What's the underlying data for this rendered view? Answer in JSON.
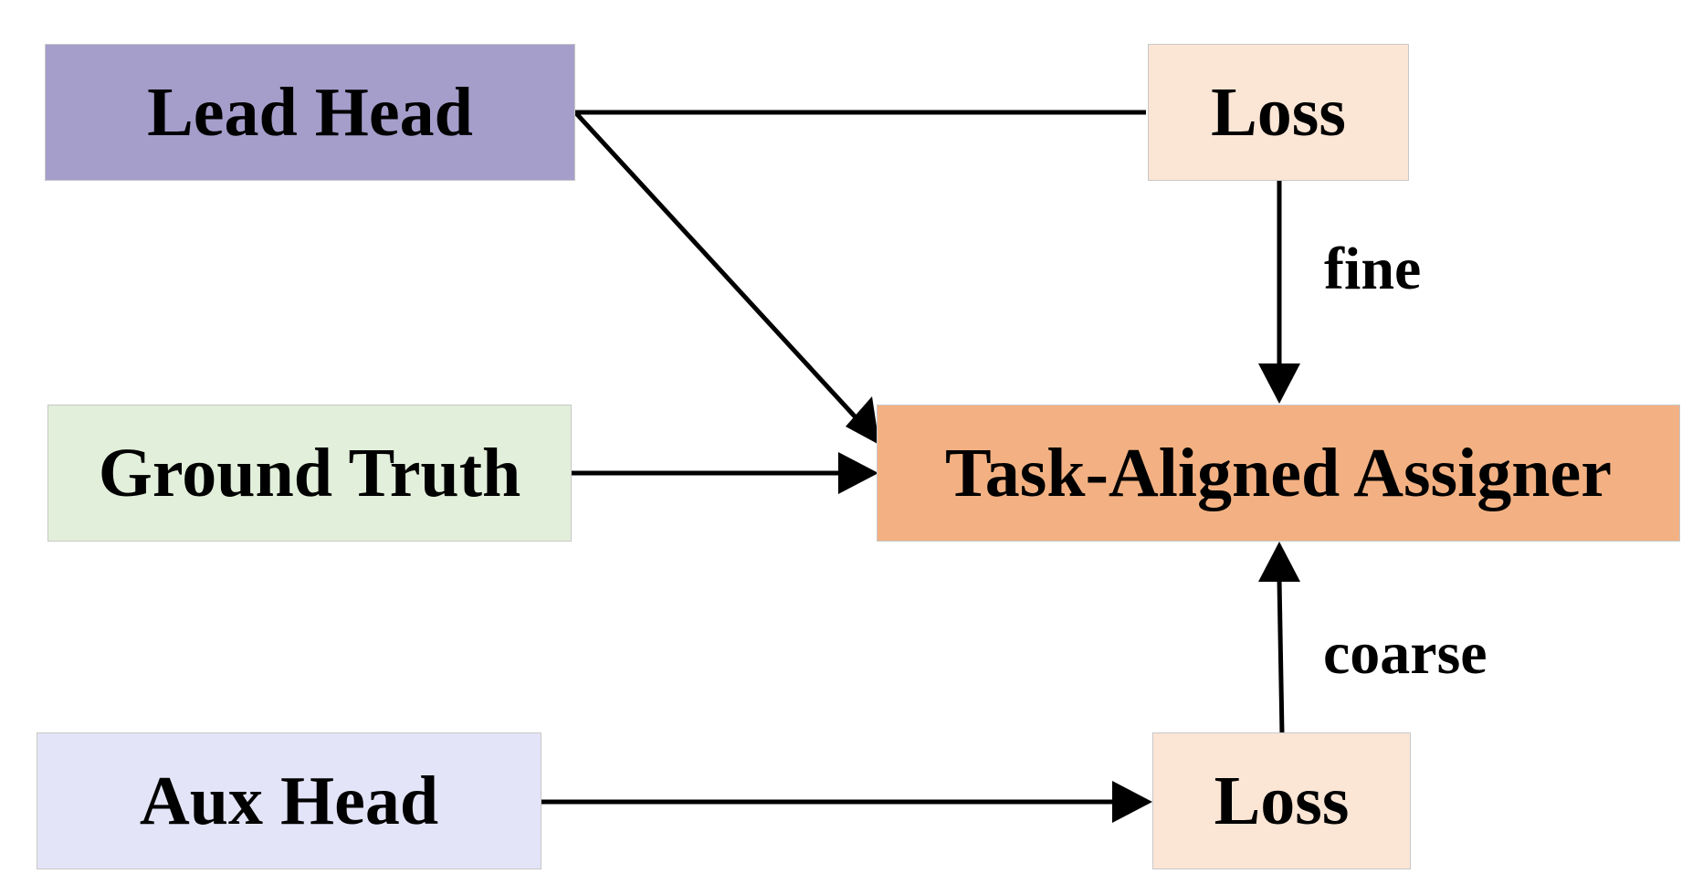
{
  "nodes": {
    "lead_head": {
      "label": "Lead Head",
      "color": "#a59ecb"
    },
    "ground_truth": {
      "label": "Ground Truth",
      "color": "#e2efda"
    },
    "aux_head": {
      "label": "Aux Head",
      "color": "#e4e4f8"
    },
    "loss_top": {
      "label": "Loss",
      "color": "#fbe5d5"
    },
    "loss_bottom": {
      "label": "Loss",
      "color": "#fbe5d5"
    },
    "assigner": {
      "label": "Task-Aligned Assigner",
      "color": "#f3b183"
    }
  },
  "edges": {
    "fine_label": "fine",
    "coarse_label": "coarse"
  },
  "colors": {
    "arrow": "#000000",
    "box_border": "#c8c8c8"
  }
}
